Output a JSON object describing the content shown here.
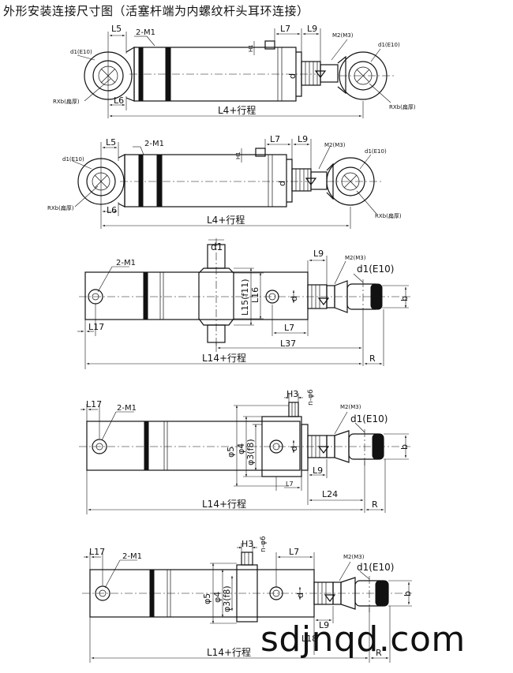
{
  "title": "外形安装连接尺寸图（活塞杆端为内螺纹杆头耳环连接）",
  "watermark": "sdjnqd.com",
  "views": [
    {
      "name": "view-1",
      "labels": {
        "l5": "L5",
        "m1": "2-M1",
        "l7": "L7",
        "l9": "L9",
        "m2": "M2(M3)",
        "d1l": "d1(E10)",
        "d1r": "d1(E10)",
        "h1": "H1",
        "d": "d",
        "rxbl": "RXb(扁厚)",
        "rxbr": "RXb(扁厚)",
        "l6": "L6",
        "total": "L4+行程"
      }
    },
    {
      "name": "view-2",
      "labels": {
        "l5": "L5",
        "m1": "2-M1",
        "l7": "L7",
        "l9": "L9",
        "m2": "M2(M3)",
        "d1l": "d1(E10)",
        "d1r": "d1(E10)",
        "h1": "H1",
        "d": "d",
        "rxbl": "RXb(扁厚)",
        "rxbr": "RXb(扁厚)",
        "l6": "L6",
        "total": "L4+行程"
      }
    },
    {
      "name": "view-3",
      "labels": {
        "d1top": "d1",
        "m1": "2-M1",
        "l9": "L9",
        "m2": "M2(M3)",
        "d1e": "d1(E10)",
        "l15": "L15(f11)",
        "l16": "L16",
        "d": "d",
        "b": "b",
        "l17": "L17",
        "l7": "L7",
        "l37": "L37",
        "total": "L14+行程",
        "r": "R"
      }
    },
    {
      "name": "view-4",
      "labels": {
        "l17": "L17",
        "m1": "2-M1",
        "h3": "H3",
        "n6": "n-φ6",
        "m2": "M2(M3)",
        "d1e": "d1(E10)",
        "d5": "φ5",
        "d4": "φ4",
        "d3": "φ3(f8)",
        "d": "d",
        "b": "b",
        "l9": "L9",
        "l7": "L7",
        "l24": "L24",
        "total": "L14+行程",
        "r": "R"
      }
    },
    {
      "name": "view-5",
      "labels": {
        "l17": "L17",
        "m1": "2-M1",
        "h3": "H3",
        "n6": "n-φ6",
        "l7": "L7",
        "m2": "M2(M3)",
        "d1e": "d1(E10)",
        "d5": "φ5",
        "d4": "φ4",
        "d3": "φ3(f8)",
        "d": "d",
        "b": "b",
        "l9": "L9",
        "l18": "L18",
        "total": "L14+行程",
        "r": "R"
      }
    }
  ]
}
